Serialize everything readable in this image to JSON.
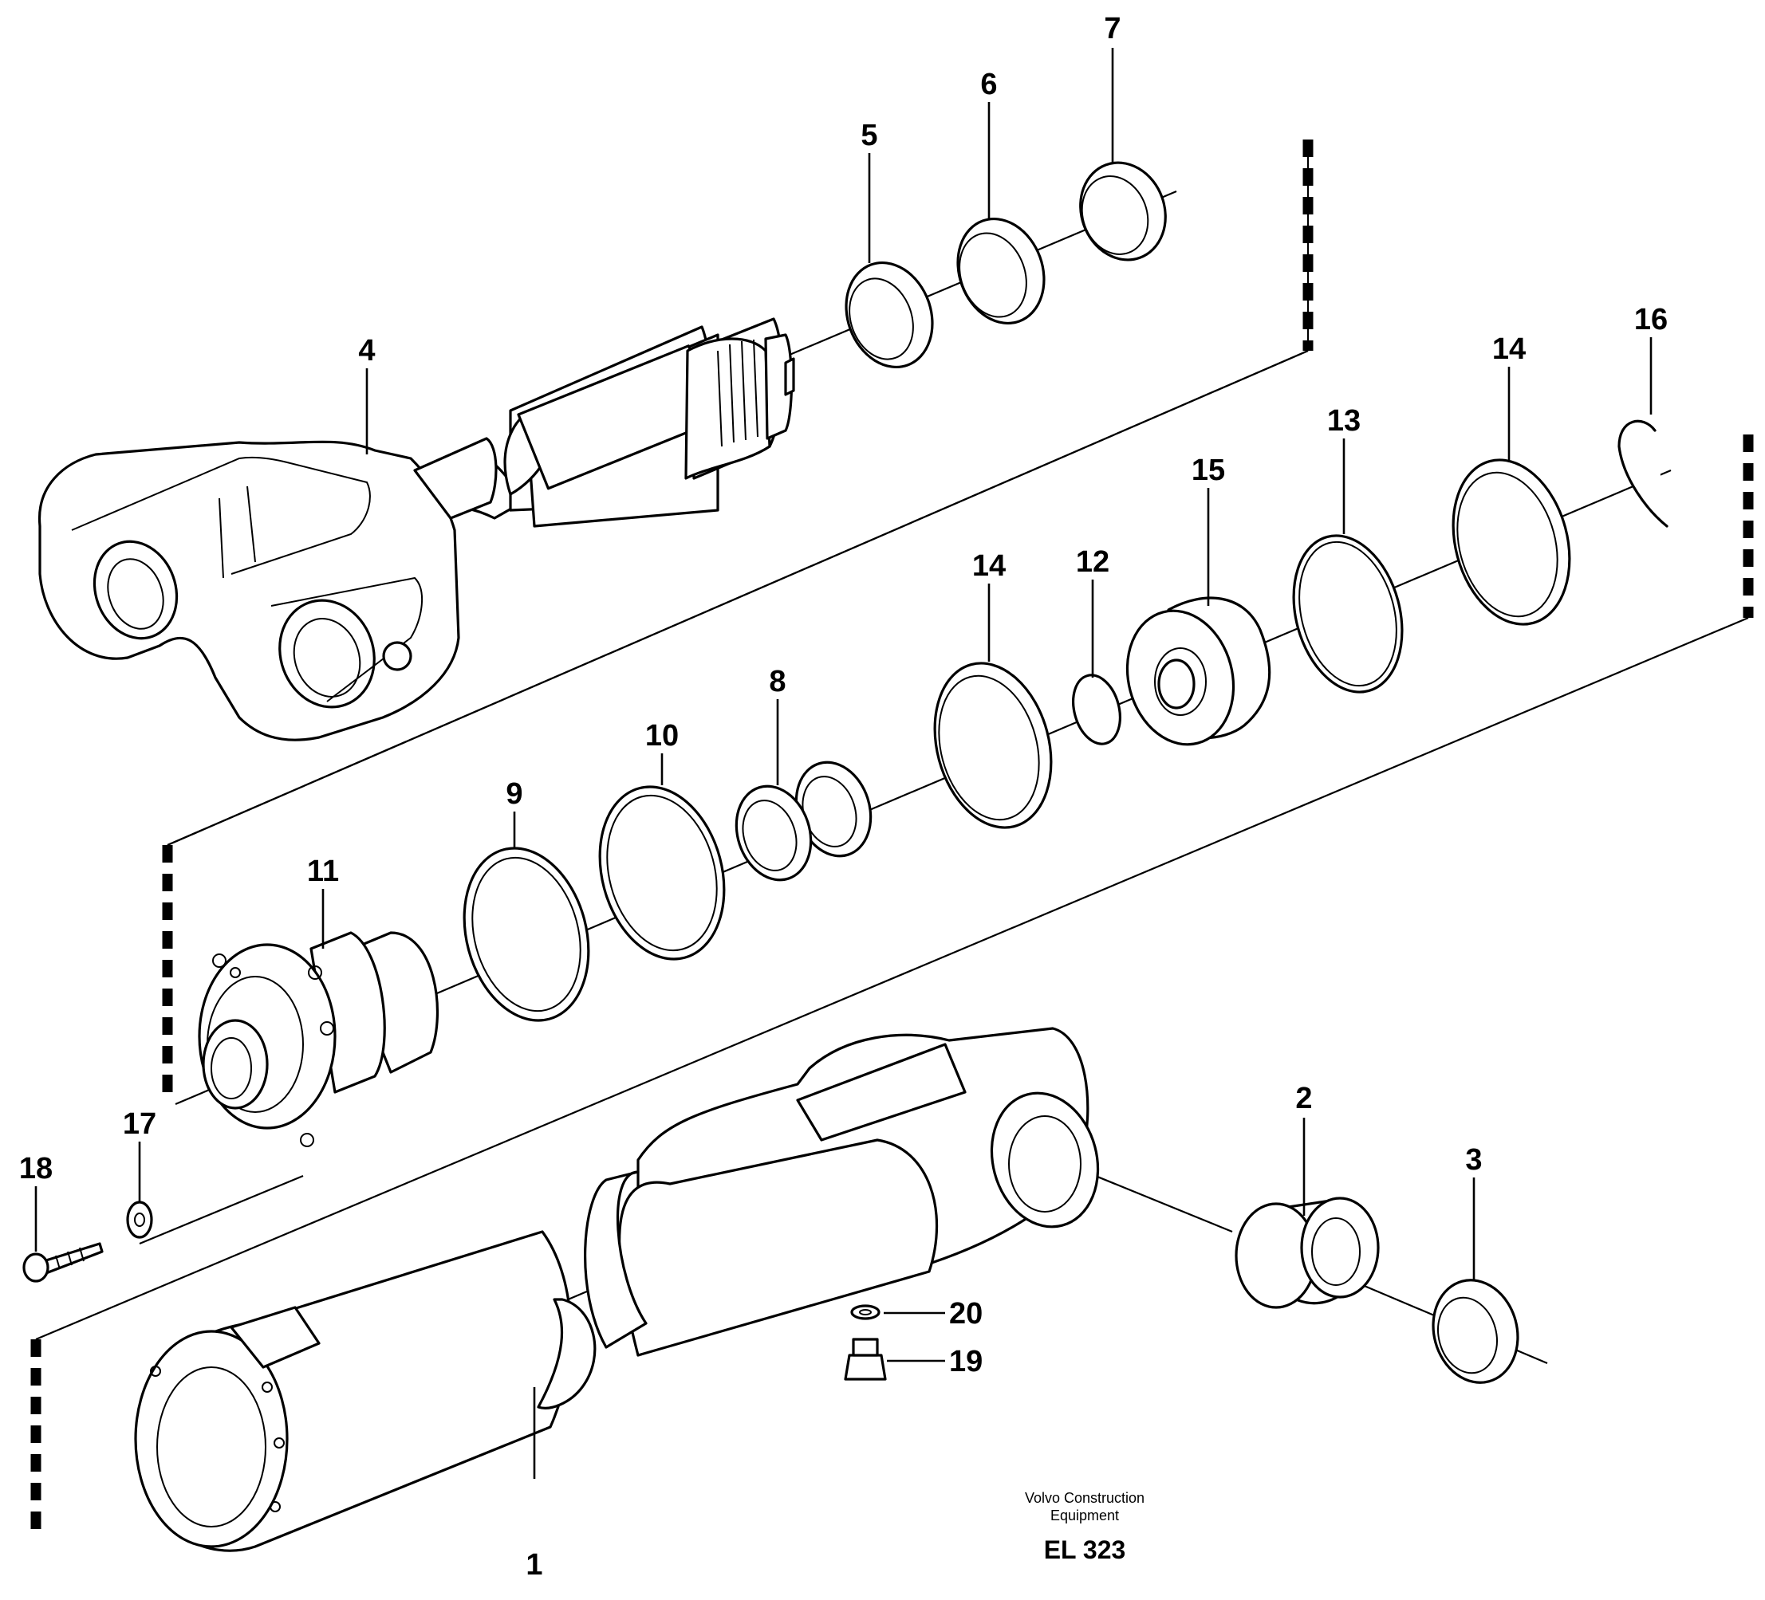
{
  "diagram": {
    "callouts": [
      {
        "id": "1",
        "label": "1"
      },
      {
        "id": "2",
        "label": "2"
      },
      {
        "id": "3",
        "label": "3"
      },
      {
        "id": "4",
        "label": "4"
      },
      {
        "id": "5",
        "label": "5"
      },
      {
        "id": "6",
        "label": "6"
      },
      {
        "id": "7",
        "label": "7"
      },
      {
        "id": "8",
        "label": "8"
      },
      {
        "id": "9",
        "label": "9"
      },
      {
        "id": "10",
        "label": "10"
      },
      {
        "id": "11",
        "label": "11"
      },
      {
        "id": "12",
        "label": "12"
      },
      {
        "id": "13",
        "label": "13"
      },
      {
        "id": "14a",
        "label": "14"
      },
      {
        "id": "14b",
        "label": "14"
      },
      {
        "id": "15",
        "label": "15"
      },
      {
        "id": "16",
        "label": "16"
      },
      {
        "id": "17",
        "label": "17"
      },
      {
        "id": "18",
        "label": "18"
      },
      {
        "id": "19",
        "label": "19"
      },
      {
        "id": "20",
        "label": "20"
      }
    ],
    "brand_line1": "Volvo Construction",
    "brand_line2": "Equipment",
    "drawing_code": "EL 323"
  }
}
